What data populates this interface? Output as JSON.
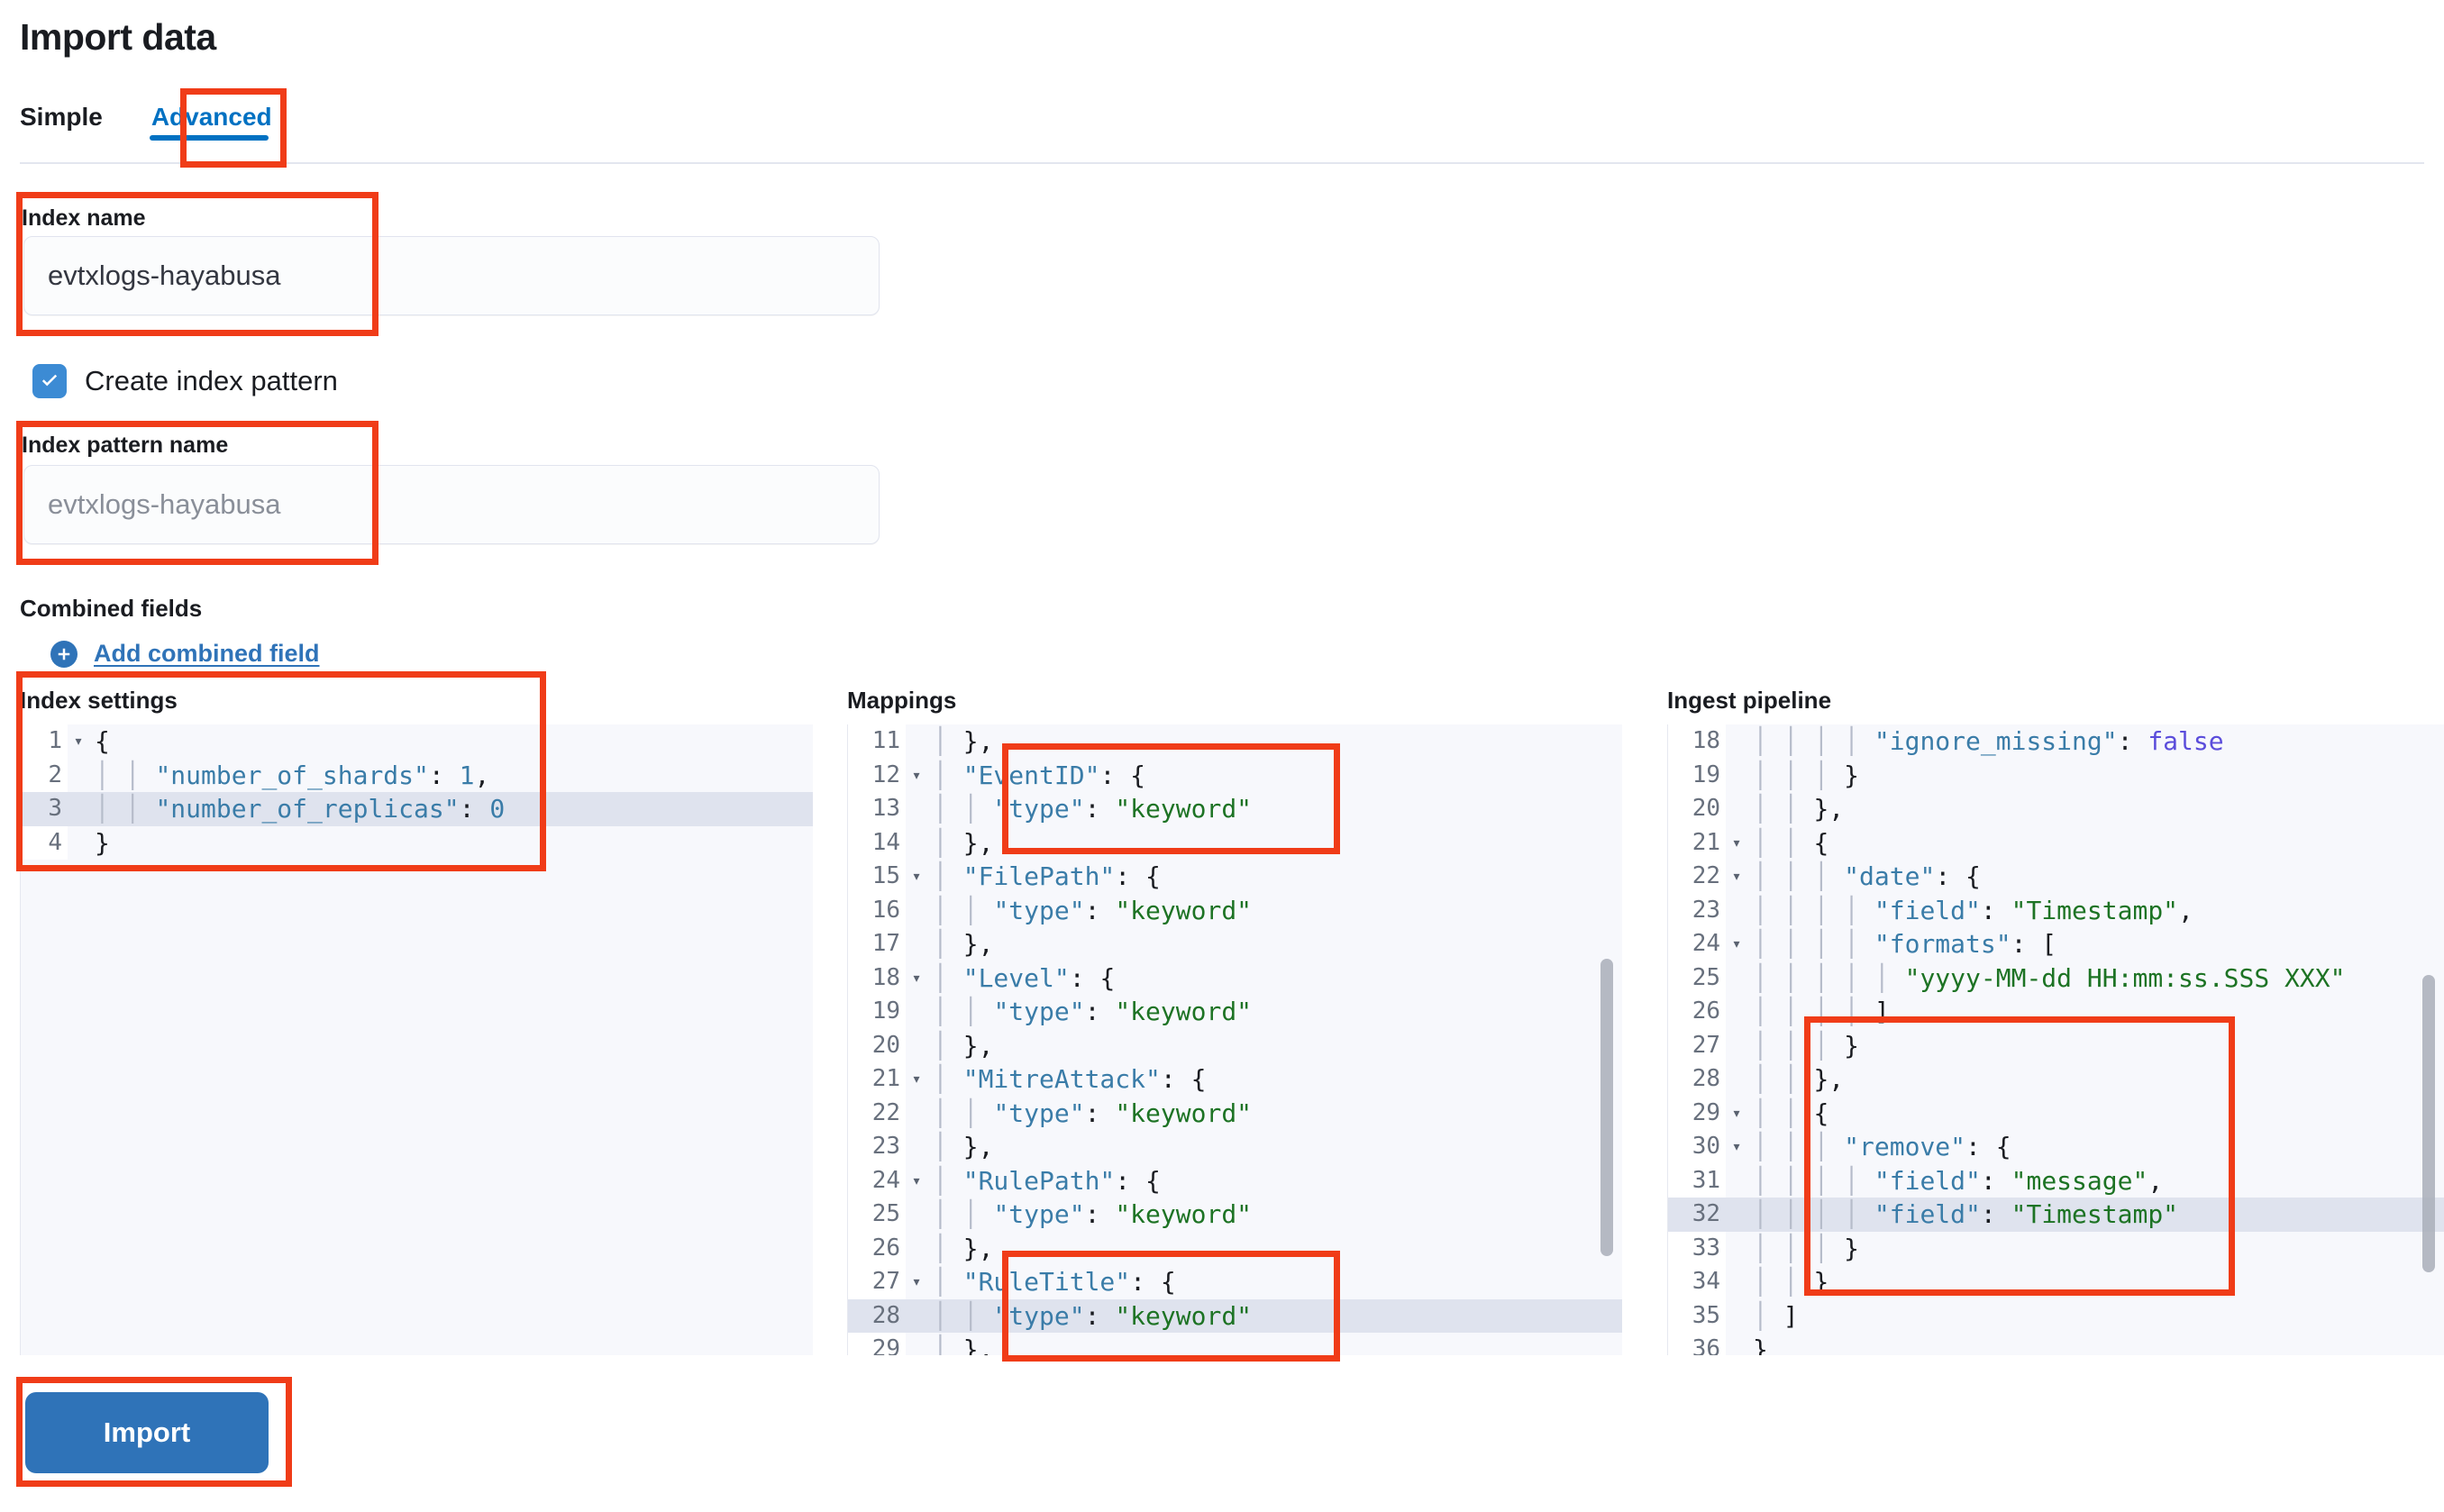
{
  "page": {
    "title": "Import data"
  },
  "tabs": [
    {
      "label": "Simple",
      "active": false
    },
    {
      "label": "Advanced",
      "active": true
    }
  ],
  "form": {
    "index_name": {
      "label": "Index name",
      "value": "evtxlogs-hayabusa"
    },
    "create_index_pattern": {
      "label": "Create index pattern",
      "checked": true
    },
    "index_pattern_name": {
      "label": "Index pattern name",
      "placeholder": "evtxlogs-hayabusa"
    },
    "combined_fields": {
      "label": "Combined fields",
      "add_label": "Add combined field"
    }
  },
  "editors": {
    "index_settings": {
      "title": "Index settings",
      "first_line": 1,
      "highlight_line": 3,
      "fold_lines": [
        1
      ],
      "lines": [
        "{",
        "    \"number_of_shards\": 1,",
        "    \"number_of_replicas\": 0",
        "}"
      ]
    },
    "mappings": {
      "title": "Mappings",
      "first_line": 11,
      "highlight_line": 28,
      "fold_lines": [
        12,
        15,
        18,
        21,
        24,
        27
      ],
      "lines": [
        "  },",
        "  \"EventID\": {",
        "    \"type\": \"keyword\"",
        "  },",
        "  \"FilePath\": {",
        "    \"type\": \"keyword\"",
        "  },",
        "  \"Level\": {",
        "    \"type\": \"keyword\"",
        "  },",
        "  \"MitreAttack\": {",
        "    \"type\": \"keyword\"",
        "  },",
        "  \"RulePath\": {",
        "    \"type\": \"keyword\"",
        "  },",
        "  \"RuleTitle\": {",
        "    \"type\": \"keyword\"",
        "  },"
      ]
    },
    "ingest_pipeline": {
      "title": "Ingest pipeline",
      "first_line": 18,
      "highlight_line": 32,
      "fold_lines": [
        21,
        22,
        24,
        29,
        30
      ],
      "lines": [
        "        \"ignore_missing\": false",
        "      }",
        "    },",
        "    {",
        "      \"date\": {",
        "        \"field\": \"Timestamp\",",
        "        \"formats\": [",
        "          \"yyyy-MM-dd HH:mm:ss.SSS XXX\"",
        "        ]",
        "      }",
        "    },",
        "    {",
        "      \"remove\": {",
        "        \"field\": \"message\",",
        "        \"field\": \"Timestamp\"",
        "      }",
        "    }",
        "  ]",
        "}"
      ]
    }
  },
  "actions": {
    "import_label": "Import"
  },
  "colors": {
    "accent": "#2f73b8",
    "tab_active": "#0071c2",
    "annotation": "#f03c18",
    "string": "#1d7324",
    "key": "#3a7ca8",
    "boolean": "#5b4ddb"
  }
}
